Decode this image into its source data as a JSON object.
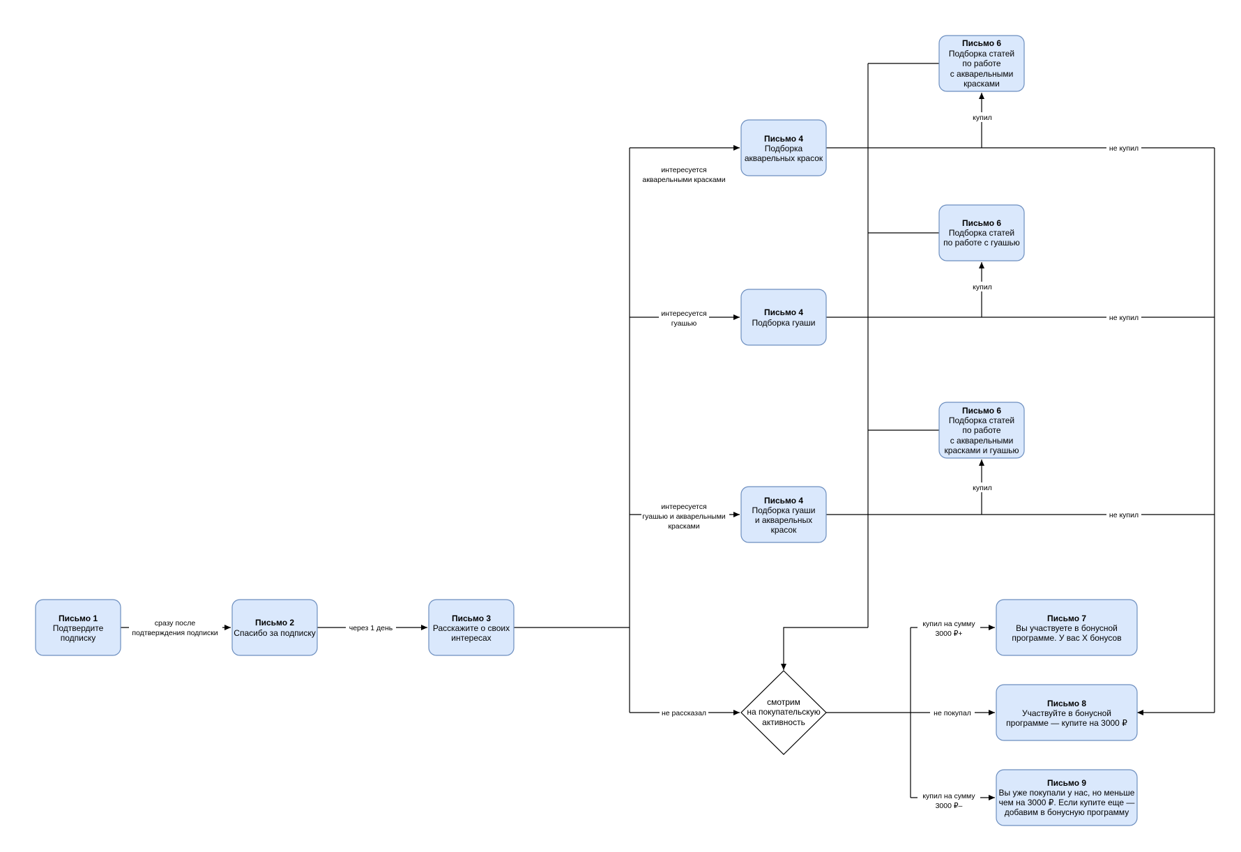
{
  "nodes": {
    "n1": {
      "title": "Письмо 1",
      "lines": [
        "Подтвердите",
        "подписку"
      ]
    },
    "n2": {
      "title": "Письмо 2",
      "lines": [
        "Спасибо за подписку"
      ]
    },
    "n3": {
      "title": "Письмо 3",
      "lines": [
        "Расскажите о своих",
        "интересах"
      ]
    },
    "n4a": {
      "title": "Письмо 4",
      "lines": [
        "Подборка",
        "акварельных красок"
      ]
    },
    "n4b": {
      "title": "Письмо 4",
      "lines": [
        "Подборка гуаши"
      ]
    },
    "n4c": {
      "title": "Письмо 4",
      "lines": [
        "Подборка гуаши",
        "и акварельных",
        "красок"
      ]
    },
    "n6a": {
      "title": "Письмо 6",
      "lines": [
        "Подборка статей",
        "по работе",
        "с акварельными",
        "красками"
      ]
    },
    "n6b": {
      "title": "Письмо 6",
      "lines": [
        "Подборка статей",
        "по работе с гуашью"
      ]
    },
    "n6c": {
      "title": "Письмо 6",
      "lines": [
        "Подборка статей",
        "по работе",
        "с акварельными",
        "красками и гуашью"
      ]
    },
    "n7": {
      "title": "Письмо 7",
      "lines": [
        "Вы участвуете в бонусной",
        "программе. У вас Х бонусов"
      ]
    },
    "n8": {
      "title": "Письмо 8",
      "lines": [
        "Участвуйте в бонусной",
        "программе — купите на 3000 ₽"
      ]
    },
    "n9": {
      "title": "Письмо 9",
      "lines": [
        "Вы уже покупали у нас, но меньше",
        "чем на 3000 ₽. Если купите еще —",
        "добавим в бонусную программу"
      ]
    },
    "decision": {
      "lines": [
        "смотрим",
        "на покупательскую",
        "активность"
      ]
    }
  },
  "edge_labels": {
    "e12": [
      "сразу после",
      "подтверждения подписки"
    ],
    "e23": [
      "через 1 день"
    ],
    "e3_4a": [
      "интересуется",
      "акварельными красками"
    ],
    "e3_4b": [
      "интересуется",
      "гуашью"
    ],
    "e3_4c": [
      "интересуется",
      "гуашью и акварельными",
      "красками"
    ],
    "e3_d": [
      "не рассказал"
    ],
    "bought_a": [
      "купил"
    ],
    "bought_b": [
      "купил"
    ],
    "bought_c": [
      "купил"
    ],
    "notbought_a": [
      "не купил"
    ],
    "notbought_b": [
      "не купил"
    ],
    "notbought_c": [
      "не купил"
    ],
    "d_7": [
      "купил на сумму",
      "3000 ₽+"
    ],
    "d_8": [
      "не покупал"
    ],
    "d_9": [
      "купил на сумму",
      "3000 ₽–"
    ]
  },
  "colors": {
    "box_fill": "#dae8fc",
    "box_stroke": "#6c8ebf",
    "line": "#000000"
  }
}
